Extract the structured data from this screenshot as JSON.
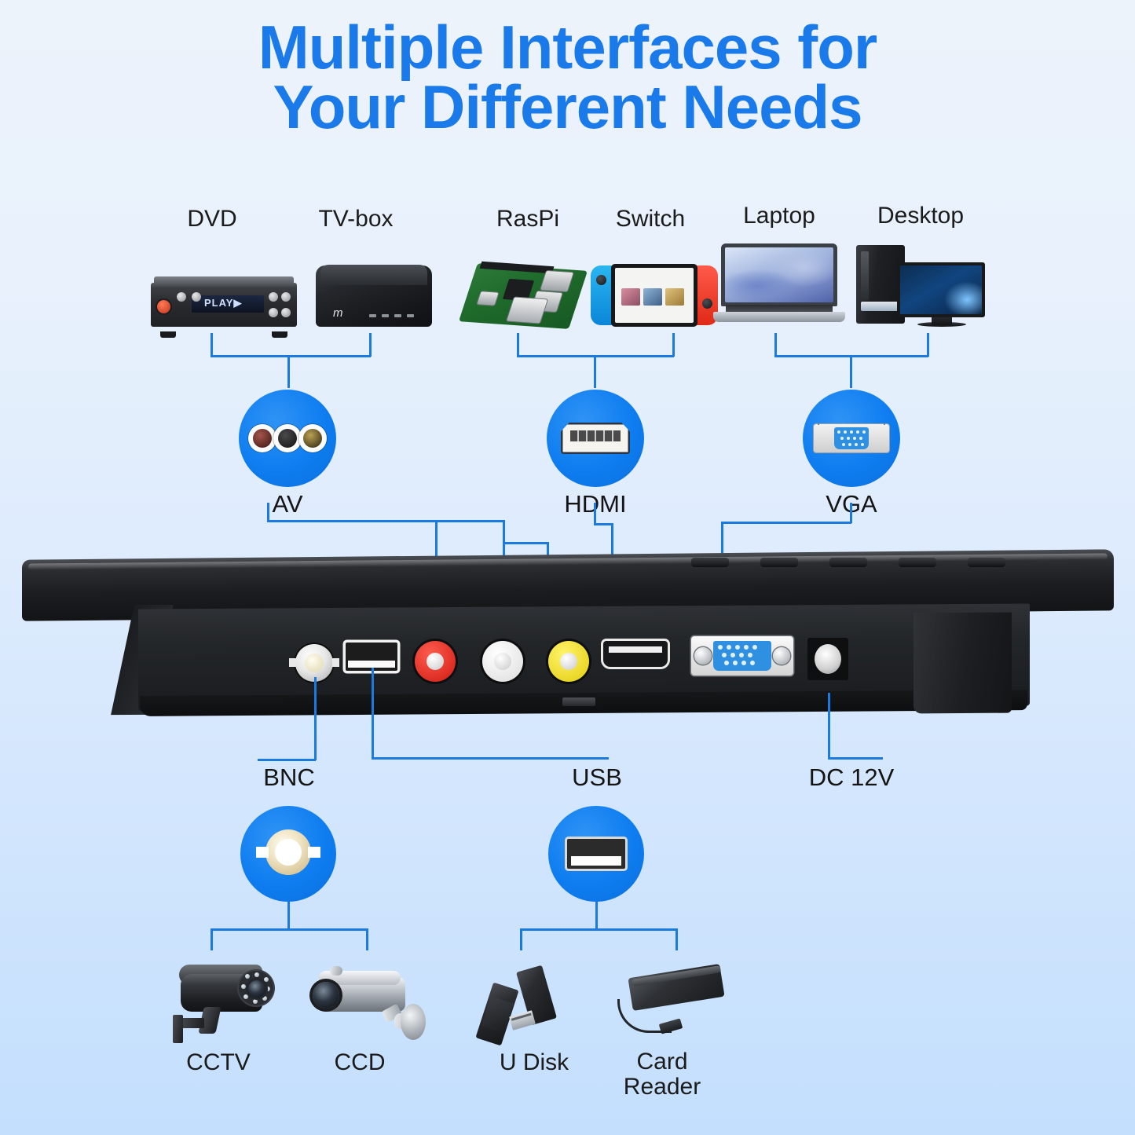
{
  "title": {
    "line1": "Multiple Interfaces for",
    "line2": "Your Different Needs",
    "color": "#1a7aea"
  },
  "theme": {
    "background_top": "#edf3fb",
    "background_bottom": "#c3dffd",
    "accent_blue": "#1a7ae0",
    "badge_blue": "#0e7df0",
    "text_dark": "#141414"
  },
  "source_devices": [
    {
      "label": "DVD",
      "icon": "dvd-player-icon",
      "screen_text": "PLAY"
    },
    {
      "label": "TV-box",
      "icon": "tv-box-icon",
      "logo_text": "m"
    },
    {
      "label": "RasPi",
      "icon": "raspberry-pi-icon"
    },
    {
      "label": "Switch",
      "icon": "nintendo-switch-icon"
    },
    {
      "label": "Laptop",
      "icon": "laptop-icon"
    },
    {
      "label": "Desktop",
      "icon": "desktop-computer-icon"
    }
  ],
  "top_ports": [
    {
      "label": "AV",
      "icon": "av-rca-port-icon"
    },
    {
      "label": "HDMI",
      "icon": "hdmi-port-icon"
    },
    {
      "label": "VGA",
      "icon": "vga-port-icon"
    }
  ],
  "bottom_ports": [
    {
      "label": "BNC",
      "icon": "bnc-port-icon"
    },
    {
      "label": "USB",
      "icon": "usb-port-icon"
    },
    {
      "label": "DC 12V",
      "icon": "dc-power-jack-icon"
    }
  ],
  "monitor": {
    "name": "portable-monitor-rear-ports",
    "ports": [
      {
        "name": "bnc-connector",
        "type": "BNC"
      },
      {
        "name": "usb-a-port",
        "type": "USB"
      },
      {
        "name": "rca-red-jack",
        "type": "AV",
        "color": "#e8302a"
      },
      {
        "name": "rca-white-jack",
        "type": "AV",
        "color": "#fbfbfb"
      },
      {
        "name": "rca-yellow-jack",
        "type": "AV",
        "color": "#f2e021"
      },
      {
        "name": "hdmi-port",
        "type": "HDMI"
      },
      {
        "name": "vga-port",
        "type": "VGA"
      },
      {
        "name": "dc-power-jack",
        "type": "DC 12V"
      }
    ]
  },
  "peripheral_devices": [
    {
      "label": "CCTV",
      "icon": "cctv-camera-icon"
    },
    {
      "label": "CCD",
      "icon": "ccd-camera-icon"
    },
    {
      "label": "U Disk",
      "icon": "usb-flash-drive-icon"
    },
    {
      "label": "Card Reader",
      "label_line1": "Card",
      "label_line2": "Reader",
      "icon": "card-reader-icon"
    }
  ]
}
